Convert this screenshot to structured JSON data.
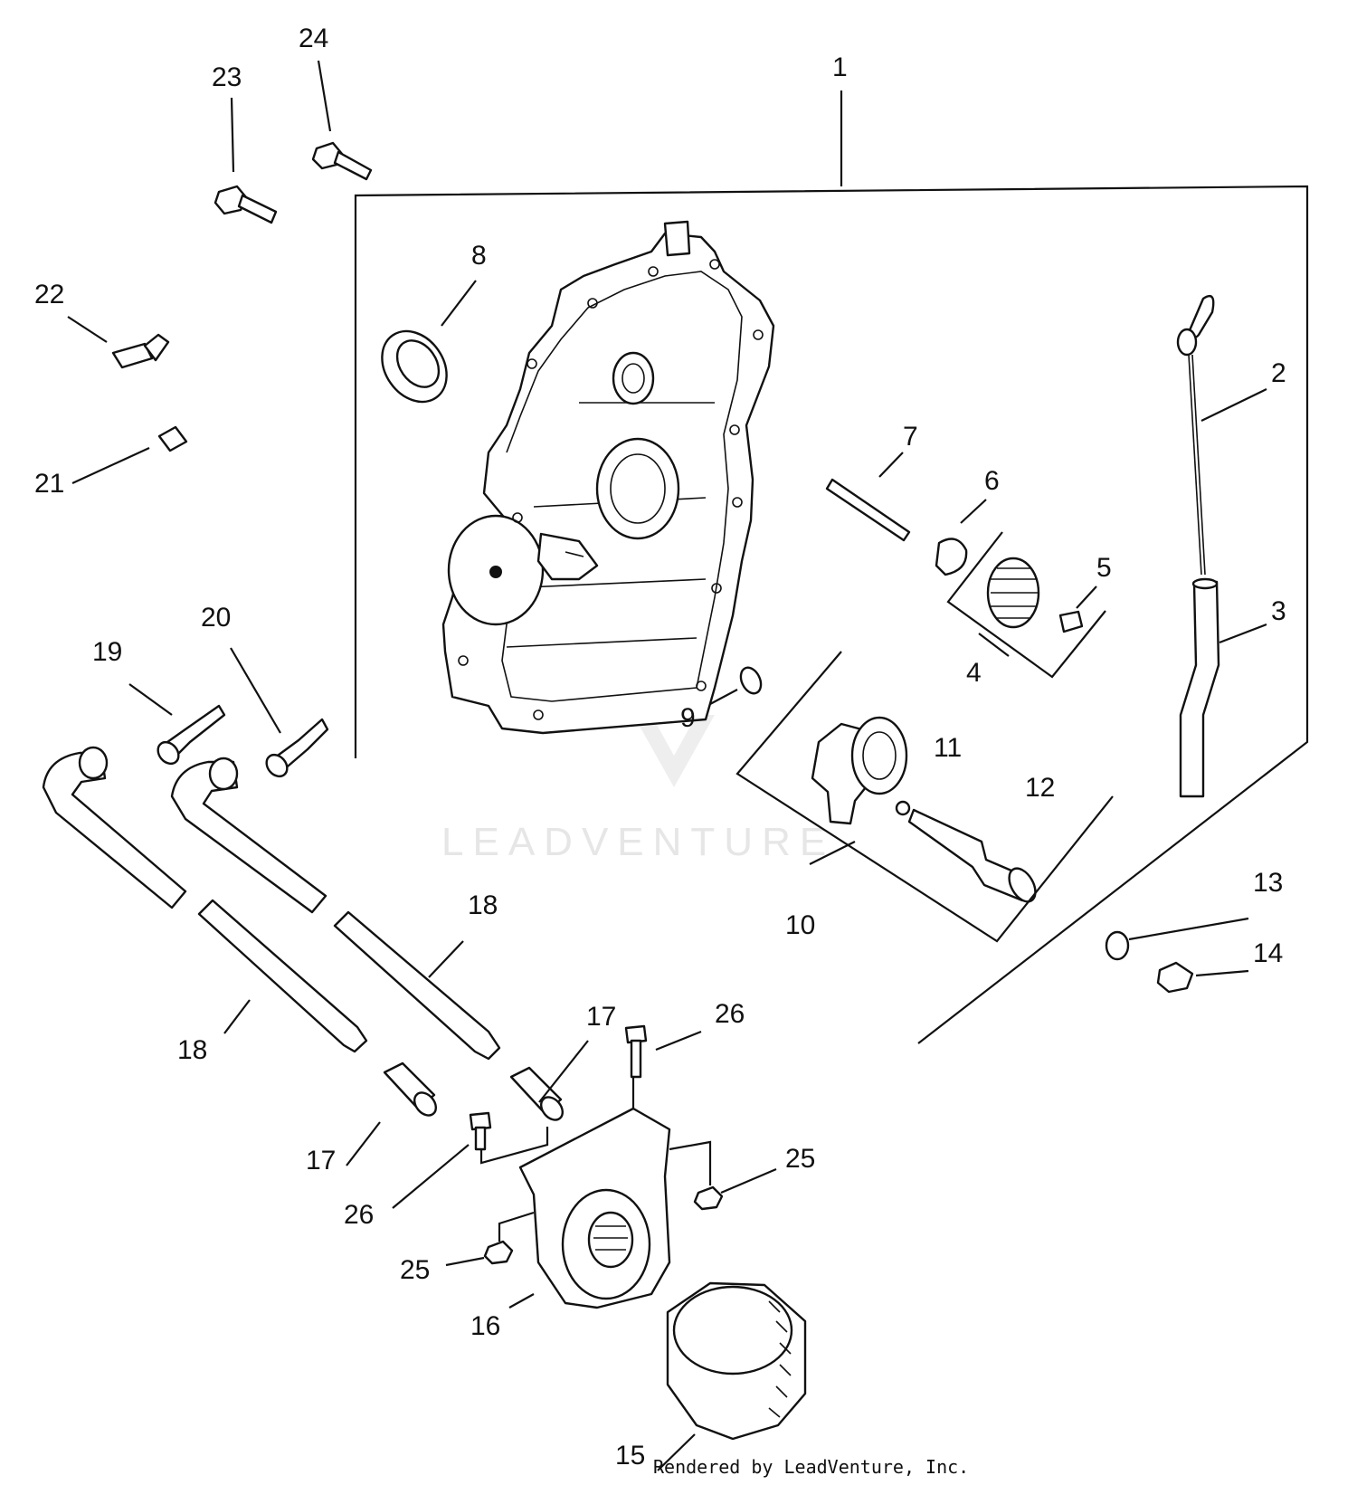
{
  "callouts": [
    {
      "id": "p1",
      "label": "1"
    },
    {
      "id": "p2",
      "label": "2"
    },
    {
      "id": "p3",
      "label": "3"
    },
    {
      "id": "p4",
      "label": "4"
    },
    {
      "id": "p5",
      "label": "5"
    },
    {
      "id": "p6",
      "label": "6"
    },
    {
      "id": "p7",
      "label": "7"
    },
    {
      "id": "p8",
      "label": "8"
    },
    {
      "id": "p9",
      "label": "9"
    },
    {
      "id": "p10",
      "label": "10"
    },
    {
      "id": "p11",
      "label": "11"
    },
    {
      "id": "p12",
      "label": "12"
    },
    {
      "id": "p13",
      "label": "13"
    },
    {
      "id": "p14",
      "label": "14"
    },
    {
      "id": "p15",
      "label": "15"
    },
    {
      "id": "p16",
      "label": "16"
    },
    {
      "id": "p17a",
      "label": "17"
    },
    {
      "id": "p17b",
      "label": "17"
    },
    {
      "id": "p18a",
      "label": "18"
    },
    {
      "id": "p18b",
      "label": "18"
    },
    {
      "id": "p19",
      "label": "19"
    },
    {
      "id": "p20",
      "label": "20"
    },
    {
      "id": "p21",
      "label": "21"
    },
    {
      "id": "p22",
      "label": "22"
    },
    {
      "id": "p23",
      "label": "23"
    },
    {
      "id": "p24",
      "label": "24"
    },
    {
      "id": "p25a",
      "label": "25"
    },
    {
      "id": "p25b",
      "label": "25"
    },
    {
      "id": "p26a",
      "label": "26"
    },
    {
      "id": "p26b",
      "label": "26"
    }
  ],
  "watermark": "LEADVENTURE",
  "footer": "Rendered by LeadVenture, Inc."
}
